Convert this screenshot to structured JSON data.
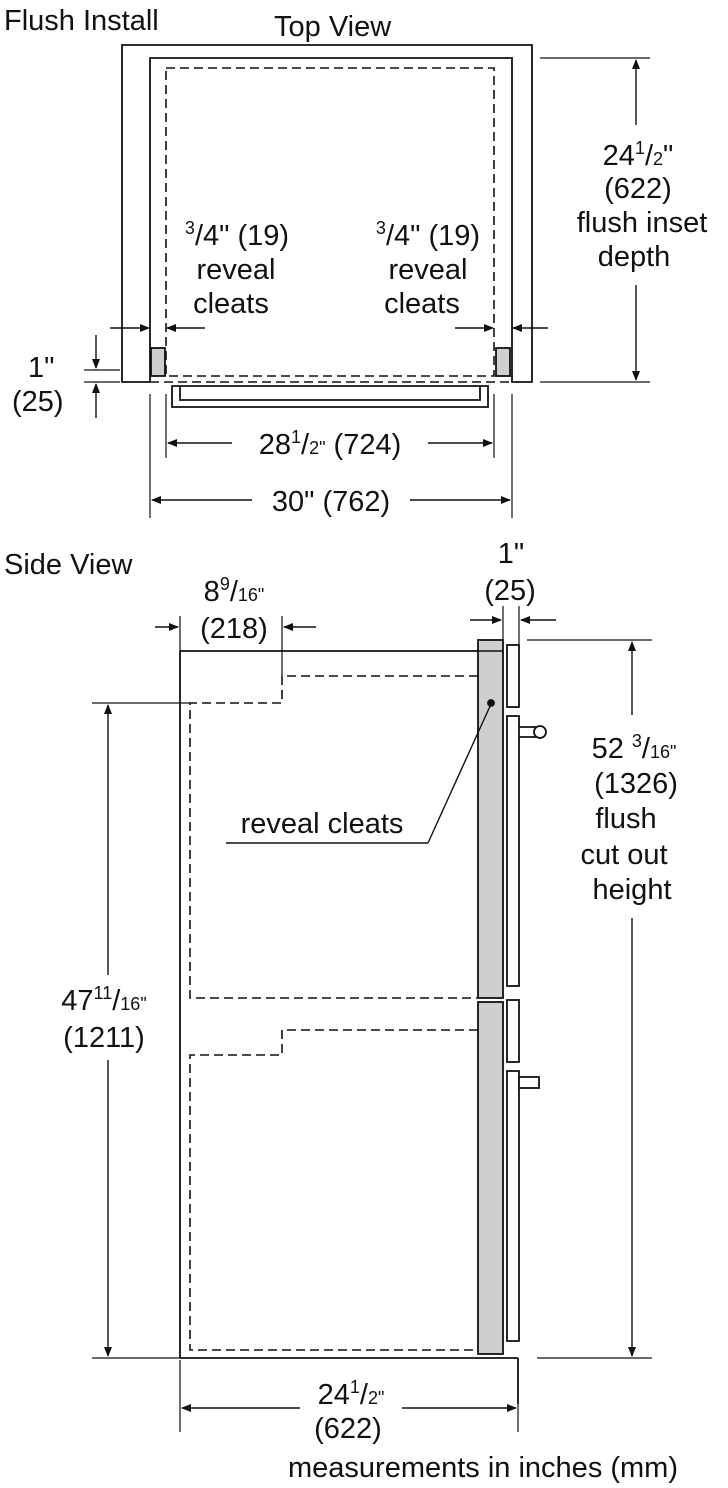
{
  "top_view": {
    "header_left": "Flush Install",
    "title": "Top View",
    "depth": {
      "whole": "24",
      "num": "1",
      "den": "2",
      "mark": "\"",
      "metric": "(622)",
      "line1": "flush inset",
      "line2": "depth"
    },
    "reveal_left": {
      "num": "3",
      "den": "4\"",
      "metric": "(19)",
      "line1": "reveal",
      "line2": "cleats"
    },
    "reveal_right": {
      "num": "3",
      "den": "4\"",
      "metric": "(19)",
      "line1": "reveal",
      "line2": "cleats"
    },
    "lip": {
      "value": "1\"",
      "metric": "(25)"
    },
    "inner_width": {
      "whole": "28",
      "num": "1",
      "den": "2\"",
      "metric": "(724)"
    },
    "outer_width": {
      "value": "30\" (762)"
    }
  },
  "side_view": {
    "title": "Side View",
    "setback": {
      "whole": "8",
      "num": "9",
      "den": "16\"",
      "metric": "(218)"
    },
    "front_offset": {
      "value": "1\"",
      "metric": "(25)"
    },
    "cutout": {
      "whole": "52 ",
      "num": "3",
      "den": "16\"",
      "metric": "(1326)",
      "line1": "flush",
      "line2": "cut out",
      "line3": "height"
    },
    "cleats_label": "reveal cleats",
    "oven_height": {
      "whole": "47",
      "num": "11",
      "den": "16\"",
      "metric": "(1211)"
    },
    "depth": {
      "whole": "24",
      "num": "1",
      "den": "2\"",
      "metric": "(622)"
    },
    "footer": "measurements in inches (mm)"
  },
  "colors": {
    "line": "#111111",
    "cleat_fill": "#cfcfcf",
    "background": "#ffffff"
  }
}
